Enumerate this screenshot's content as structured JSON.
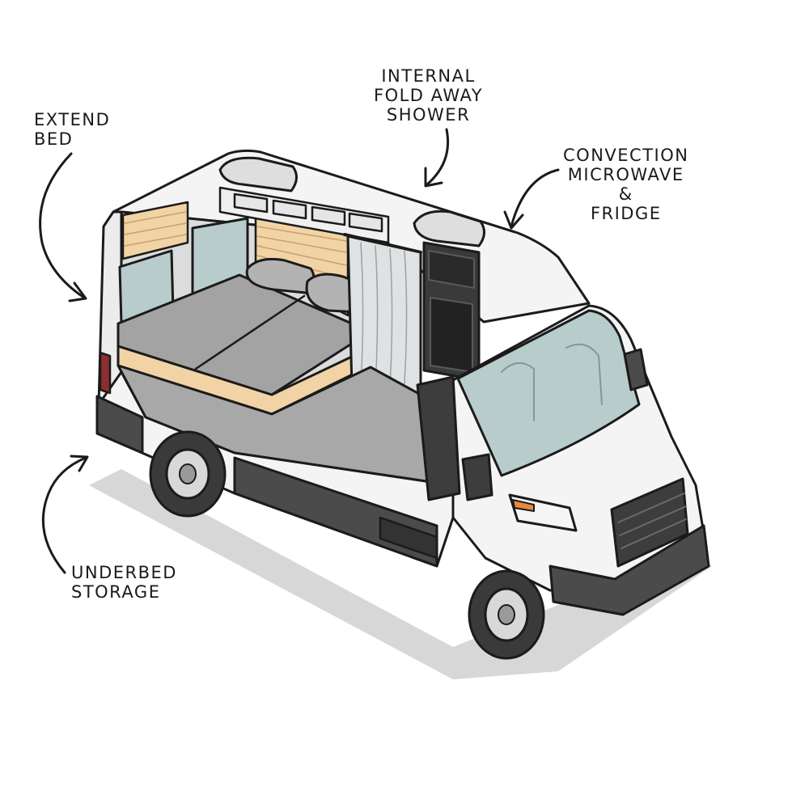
{
  "callouts": {
    "extend_bed": {
      "lines": [
        "Extend",
        "Bed"
      ]
    },
    "shower": {
      "lines": [
        "Internal",
        "Fold away",
        "shower"
      ]
    },
    "microwave": {
      "lines": [
        "Convection",
        "Microwave",
        "&",
        "Fridge"
      ]
    },
    "storage": {
      "lines": [
        "Underbed",
        "Storage"
      ]
    }
  },
  "colors": {
    "body": "#f4f4f4",
    "outline": "#1b1b1b",
    "wood": "#f1d3a6",
    "wood_line": "#c99f6a",
    "glass": "#b8cccc",
    "mattress": "#a3a3a3",
    "cabin_floor": "#a8a8a8",
    "trim": "#4b4b4b",
    "curtain": "#dfe2e3",
    "tail_light": "#8b2f2f",
    "indicator": "#e8893b",
    "shadow": "#d7d7d7"
  }
}
